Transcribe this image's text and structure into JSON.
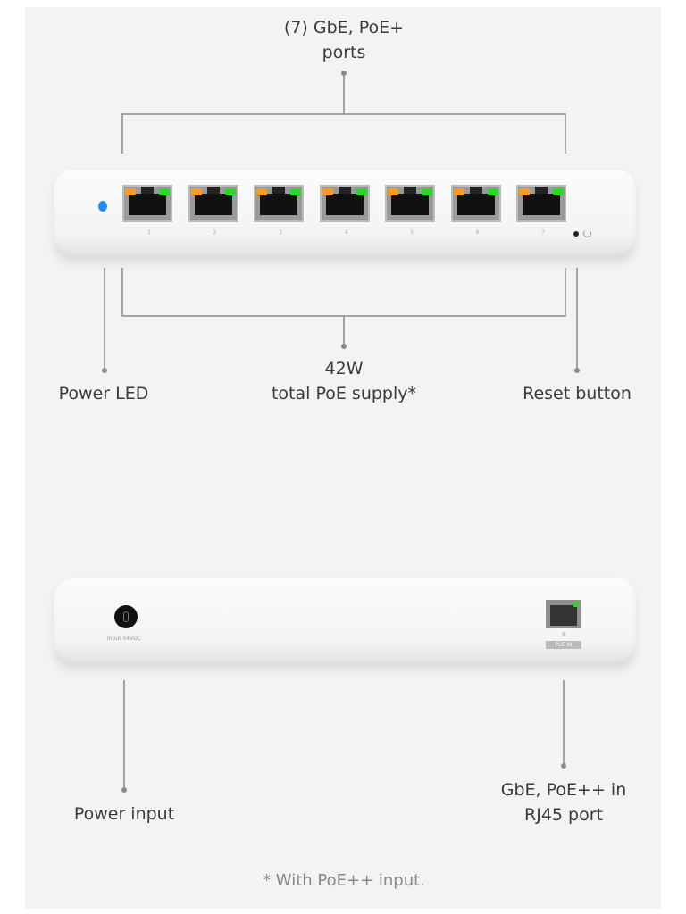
{
  "front": {
    "ports_label_line1": "(7) GbE, PoE+",
    "ports_label_line2": "ports",
    "poe_line1": "42W",
    "poe_line2": "total PoE supply*",
    "power_led_label": "Power LED",
    "reset_label": "Reset button",
    "port_numbers": [
      "1",
      "2",
      "3",
      "4",
      "5",
      "6",
      "7"
    ],
    "led_color": "#1e8cff"
  },
  "back": {
    "power_input_label": "Power input",
    "power_input_marking": "Input 54VDC",
    "uplink_label_line1": "GbE, PoE++ in",
    "uplink_label_line2": "RJ45 port",
    "uplink_port_number": "8",
    "uplink_port_marking": "PoE IN"
  },
  "footnote": "* With PoE++ input."
}
